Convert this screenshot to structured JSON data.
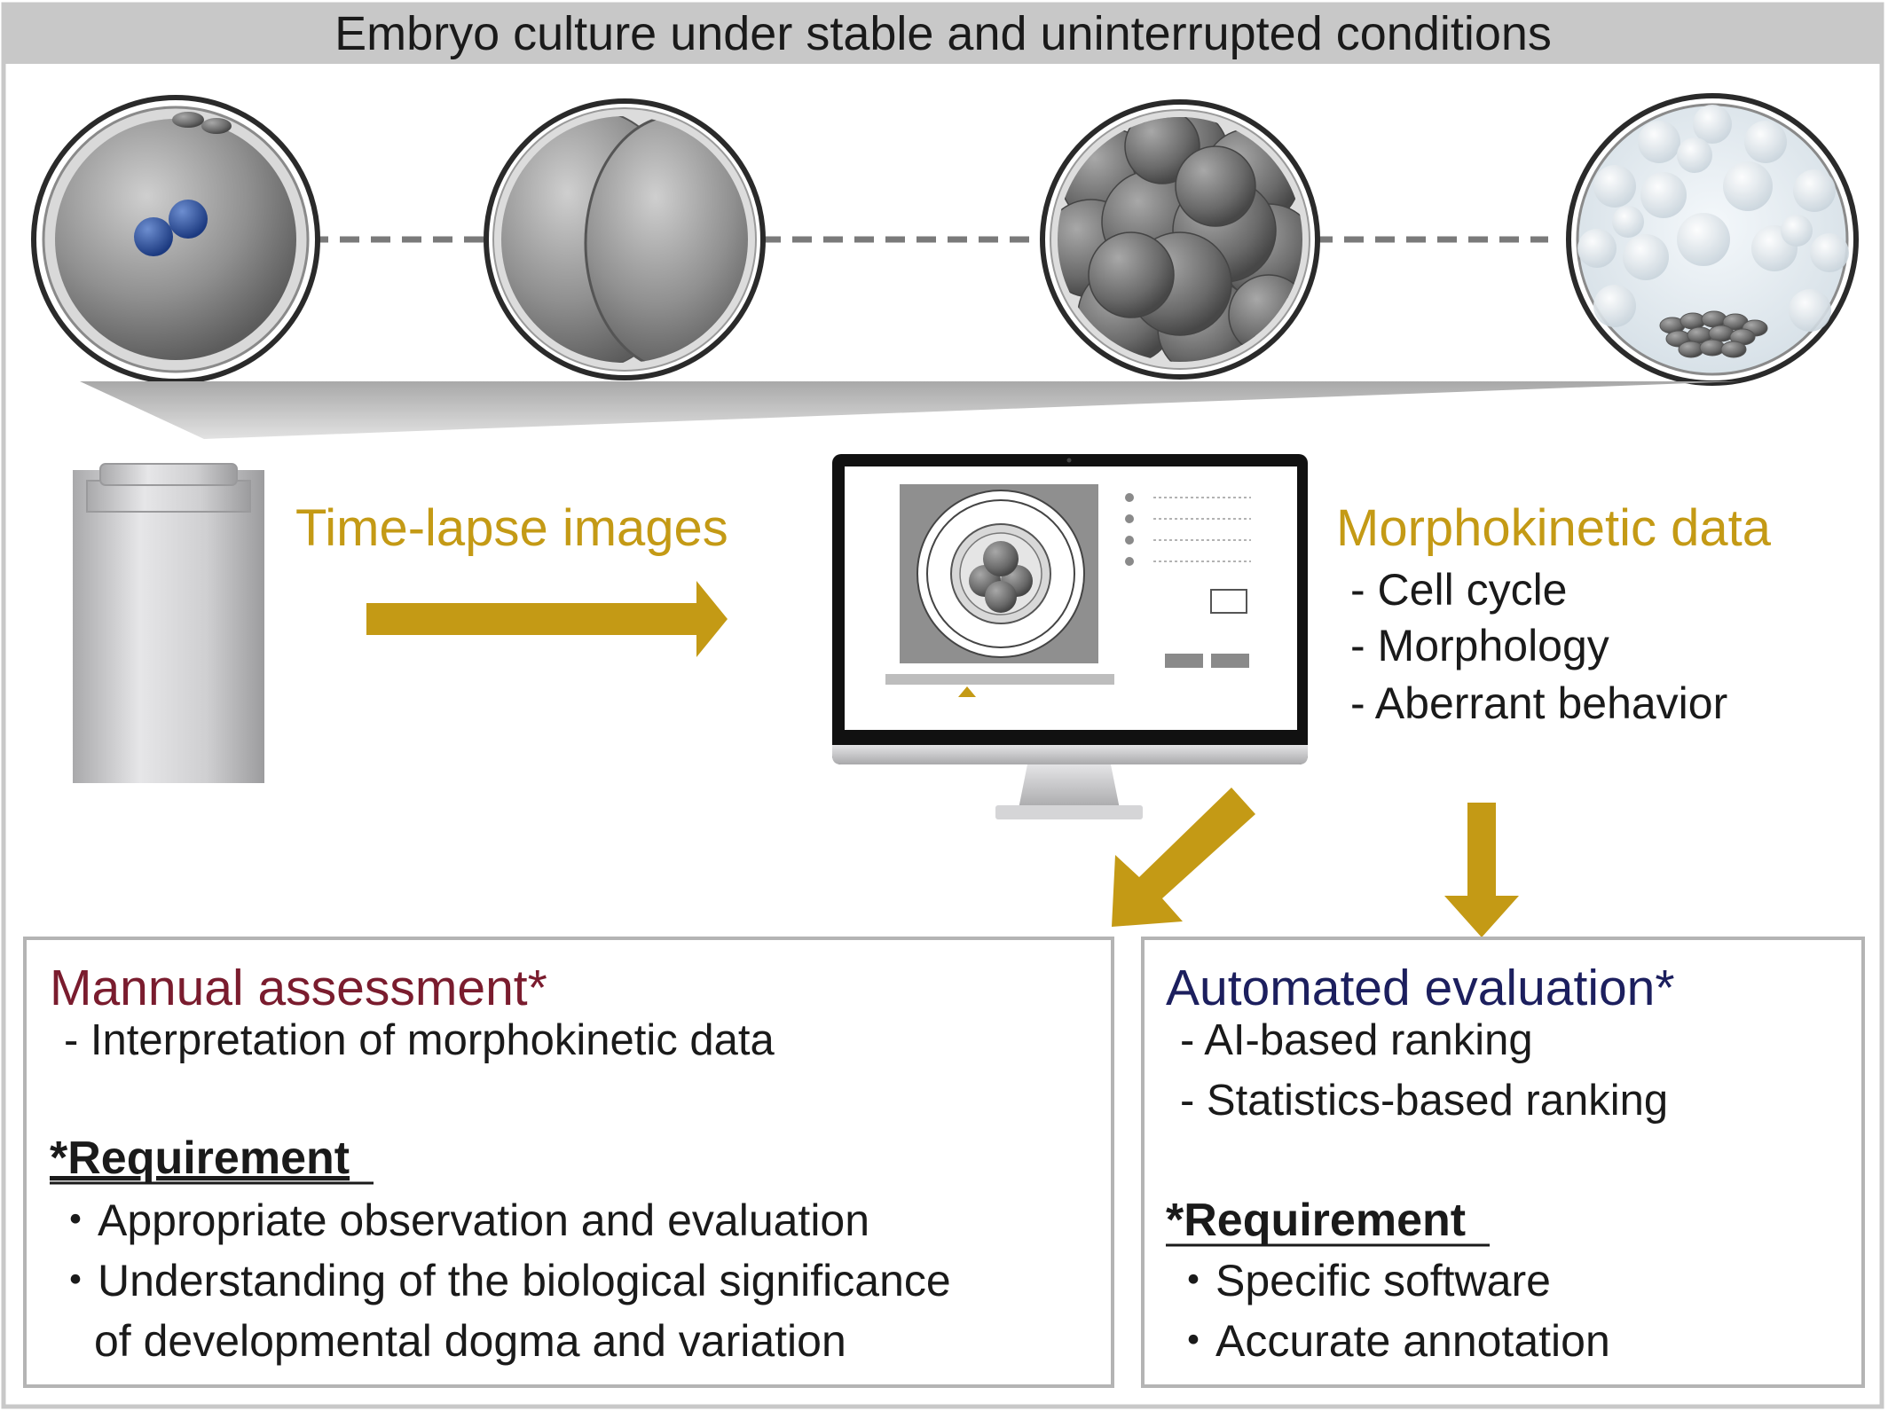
{
  "header": {
    "title": "Embryo culture under stable and uninterrupted conditions"
  },
  "flow": {
    "time_lapse_label": "Time-lapse images",
    "morphokinetic": {
      "title": "Morphokinetic data",
      "items": [
        "- Cell cycle",
        "- Morphology",
        "- Aberrant behavior"
      ]
    }
  },
  "manual": {
    "title": "Mannual assessment*",
    "items": [
      "- Interpretation of morphokinetic data"
    ],
    "requirement_heading": "*Requirement",
    "requirements": [
      "・Appropriate observation and evaluation",
      "・Understanding of the biological significance",
      "of developmental dogma and variation"
    ]
  },
  "automated": {
    "title": "Automated evaluation*",
    "items": [
      "- AI-based ranking",
      "- Statistics-based ranking"
    ],
    "requirement_heading": "*Requirement",
    "requirements": [
      "・Specific software",
      "・Accurate annotation"
    ]
  },
  "colors": {
    "header_band": "#c8c8c8",
    "gold_accent": "#c49a15",
    "manual_title": "#7a1c2e",
    "automated_title": "#1c1f5e",
    "box_border": "#b4b4b4",
    "dashed_connector": "#7a7a7a",
    "pronuclei": "#2a4a90"
  }
}
